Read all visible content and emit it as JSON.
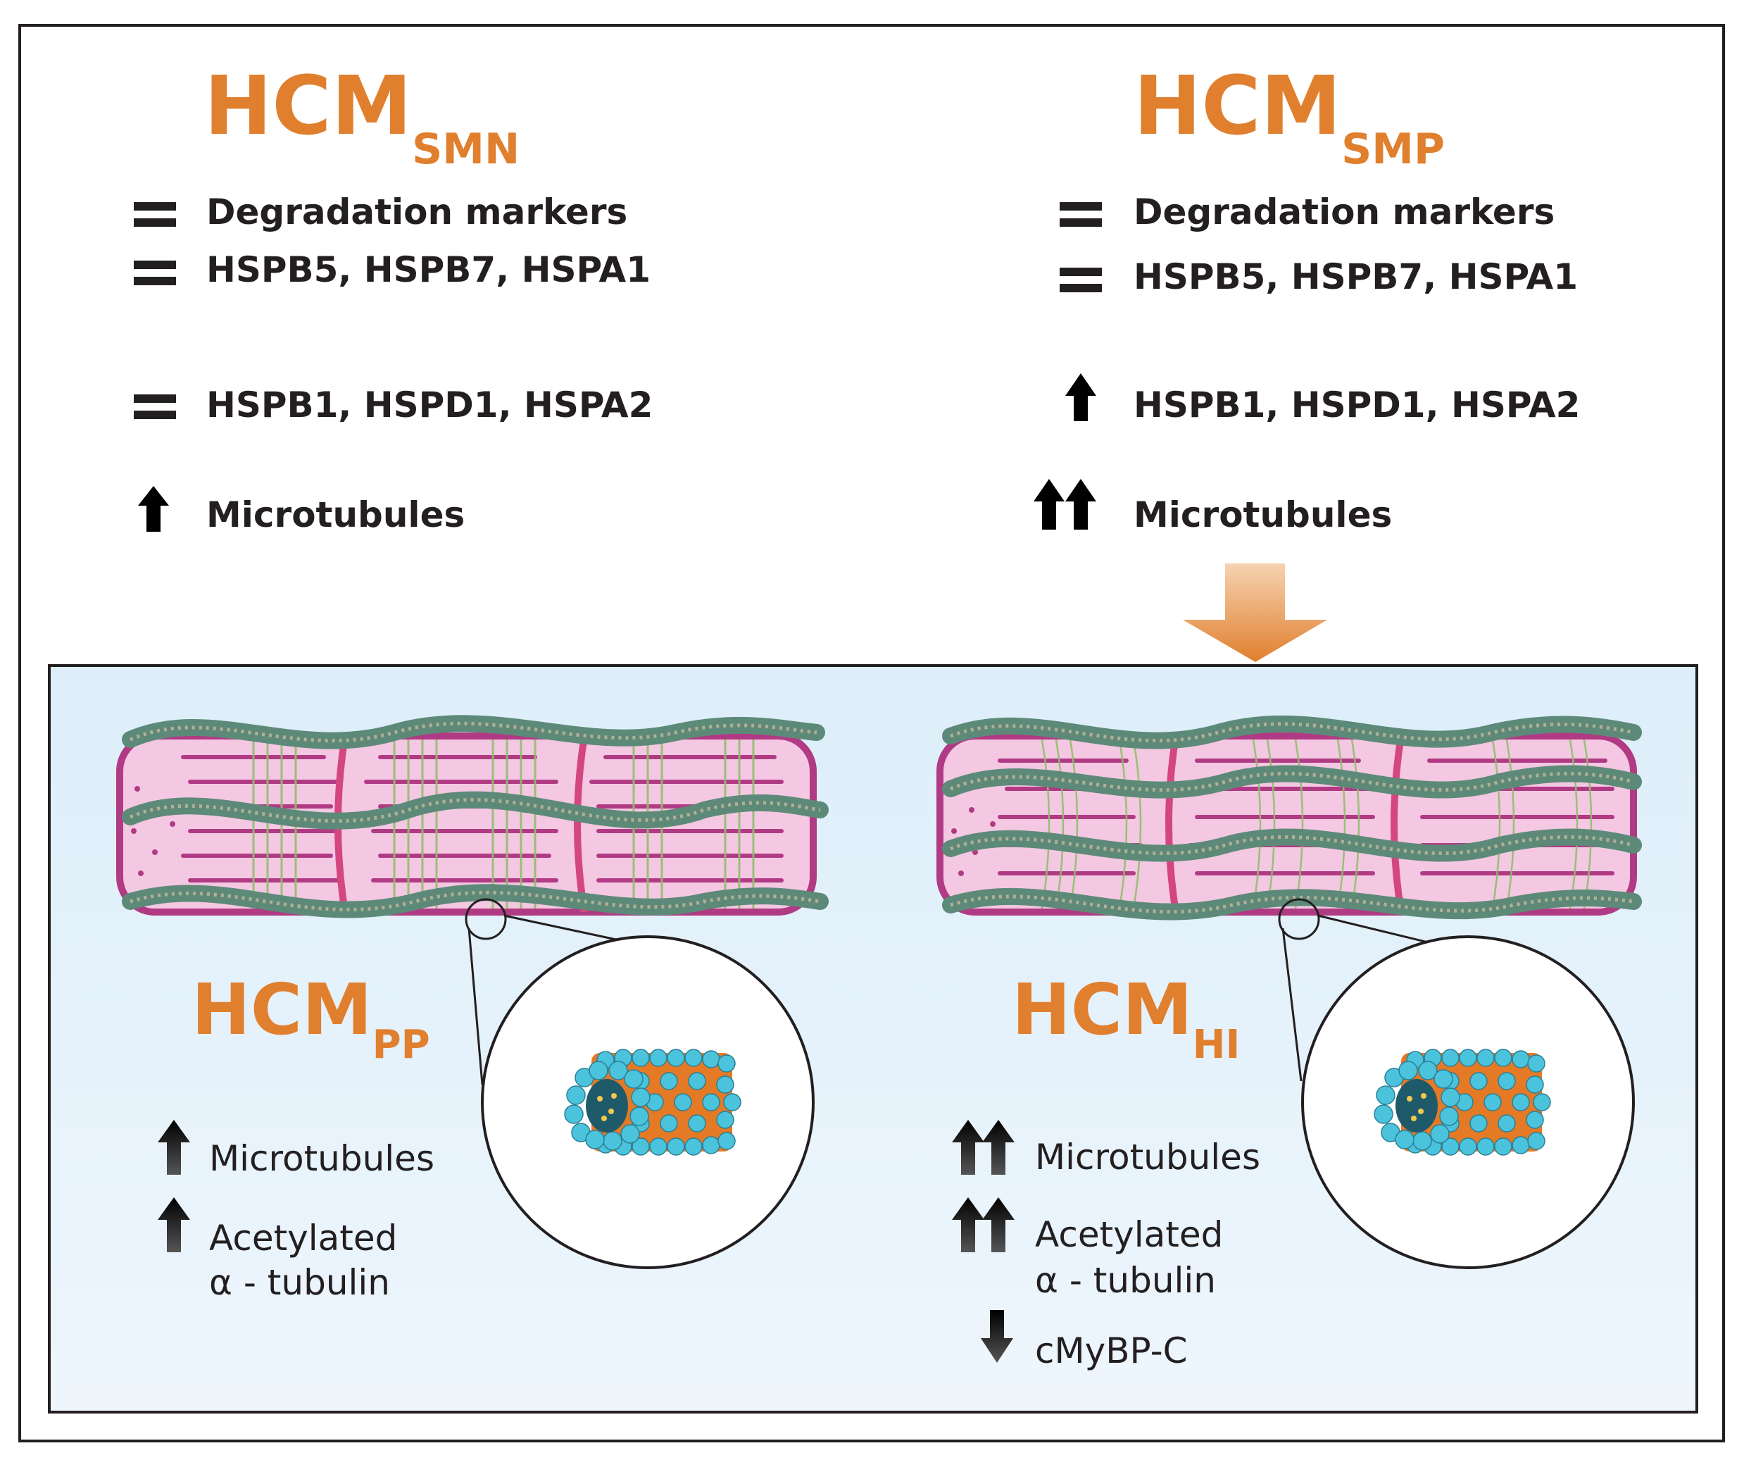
{
  "panels": {
    "smn": {
      "title": "HCM",
      "subscript": "SMN",
      "rows": [
        {
          "indicator": "equal",
          "label": "Degradation markers"
        },
        {
          "indicator": "equal",
          "label": "HSPB5, HSPB7, HSPA1"
        },
        {
          "indicator": "equal",
          "label": "HSPB1, HSPD1, HSPA2"
        },
        {
          "indicator": "up",
          "label": "Microtubules"
        }
      ]
    },
    "smp": {
      "title": "HCM",
      "subscript": "SMP",
      "rows": [
        {
          "indicator": "equal",
          "label": "Degradation markers"
        },
        {
          "indicator": "equal",
          "label": "HSPB5, HSPB7, HSPA1"
        },
        {
          "indicator": "up",
          "label": "HSPB1, HSPD1, HSPA2"
        },
        {
          "indicator": "double-up",
          "label": "Microtubules"
        }
      ]
    },
    "pp": {
      "title": "HCM",
      "subscript": "PP",
      "rows": [
        {
          "indicator": "up",
          "label": "Microtubules"
        },
        {
          "indicator": "up",
          "label_line1": "Acetylated",
          "label_line2": "α - tubulin"
        }
      ]
    },
    "hi": {
      "title": "HCM",
      "subscript": "HI",
      "rows": [
        {
          "indicator": "double-up",
          "label": "Microtubules"
        },
        {
          "indicator": "double-up",
          "label_line1": "Acetylated",
          "label_line2": "α - tubulin"
        },
        {
          "indicator": "down",
          "label": "cMyBP-C"
        }
      ]
    }
  },
  "colors": {
    "title": "#e07f2e",
    "text": "#231f20",
    "panel_bg": "#e8f3fb",
    "cell_fill": "#f4c8e2",
    "cell_border": "#b03b84",
    "z_disc": "#d4467f",
    "microtubule": "#6f9a85",
    "tubulin_blue": "#4cc3dc",
    "tubulin_orange": "#e47a26"
  }
}
